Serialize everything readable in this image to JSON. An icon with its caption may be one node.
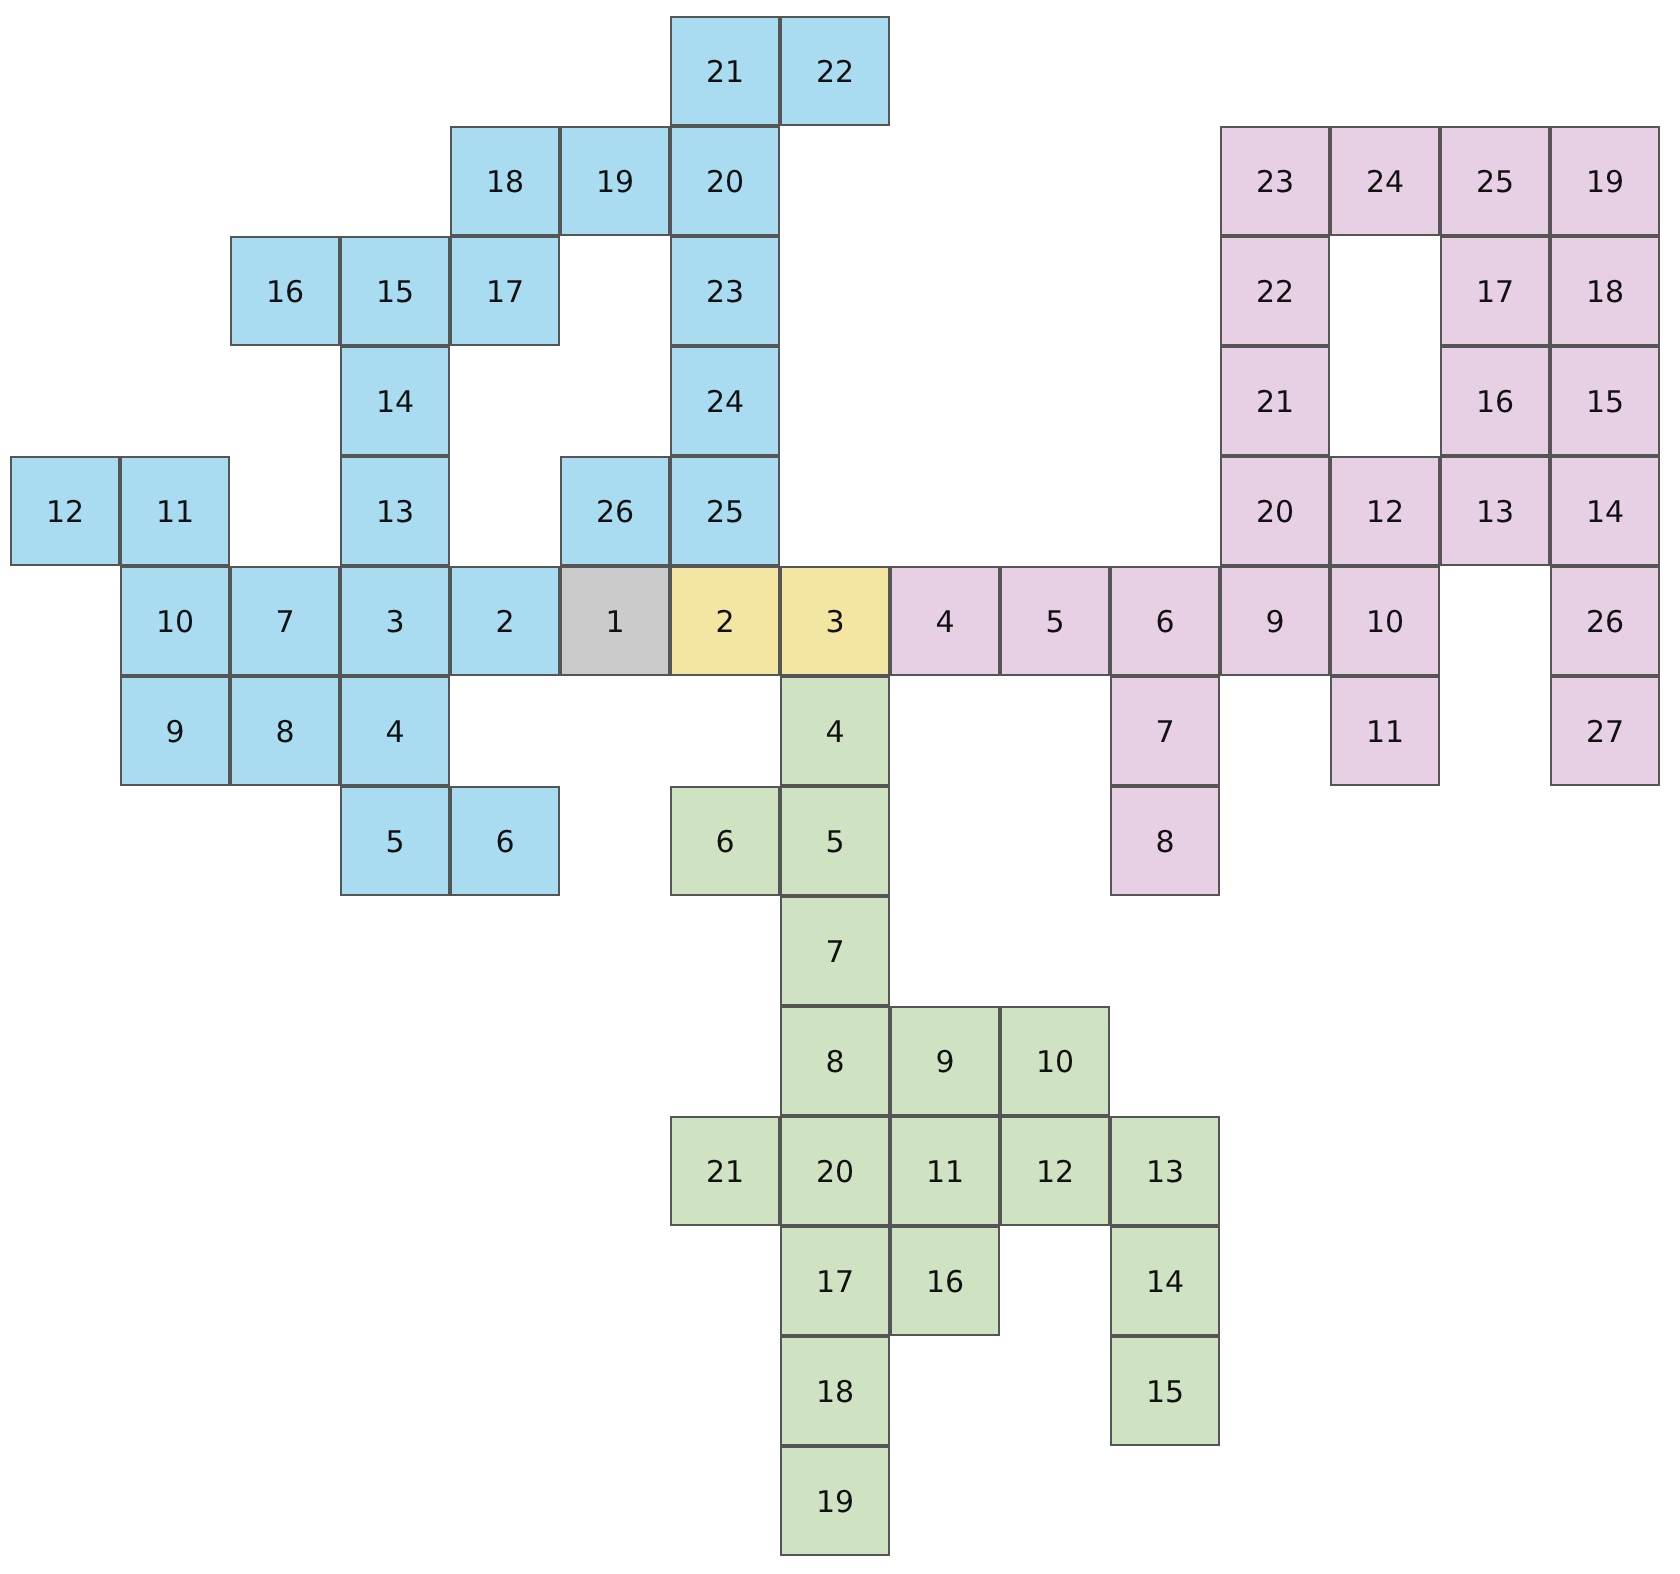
{
  "diagram": {
    "nodes": [
      {
        "text": [
          "21"
        ]
      },
      {
        "text": [
          "22"
        ]
      },
      {
        "text": [
          "18"
        ]
      },
      {
        "text": [
          "19"
        ]
      },
      {
        "text": [
          "20"
        ]
      },
      {
        "text": [
          "23"
        ]
      },
      {
        "text": [
          "24"
        ]
      },
      {
        "text": [
          "25"
        ]
      },
      {
        "text": [
          "19"
        ]
      },
      {
        "text": [
          "16"
        ]
      },
      {
        "text": [
          "15"
        ]
      },
      {
        "text": [
          "17"
        ]
      },
      {
        "text": [
          "23"
        ]
      },
      {
        "text": [
          "22"
        ]
      },
      {
        "text": [
          "17"
        ]
      },
      {
        "text": [
          "18"
        ]
      },
      {
        "text": [
          "14"
        ]
      },
      {
        "text": [
          "24"
        ]
      },
      {
        "text": [
          "21"
        ]
      },
      {
        "text": [
          "16"
        ]
      },
      {
        "text": [
          "15"
        ]
      },
      {
        "text": [
          "12"
        ]
      },
      {
        "text": [
          "11"
        ]
      },
      {
        "text": [
          "13"
        ]
      },
      {
        "text": [
          "26"
        ]
      },
      {
        "text": [
          "25"
        ]
      },
      {
        "text": [
          "20"
        ]
      },
      {
        "text": [
          "12"
        ]
      },
      {
        "text": [
          "13"
        ]
      },
      {
        "text": [
          "14"
        ]
      },
      {
        "text": [
          "10"
        ]
      },
      {
        "text": [
          "7"
        ]
      },
      {
        "text": [
          "3"
        ]
      },
      {
        "text": [
          "2"
        ]
      },
      {
        "text": [
          "1"
        ]
      },
      {
        "text": [
          "2"
        ]
      },
      {
        "text": [
          "3"
        ]
      },
      {
        "text": [
          "4"
        ]
      },
      {
        "text": [
          "5"
        ]
      },
      {
        "text": [
          "6"
        ]
      },
      {
        "text": [
          "9"
        ]
      },
      {
        "text": [
          "10"
        ]
      },
      {
        "text": [
          "26"
        ]
      },
      {
        "text": [
          "9"
        ]
      },
      {
        "text": [
          "8"
        ]
      },
      {
        "text": [
          "4"
        ]
      },
      {
        "text": [
          "4"
        ]
      },
      {
        "text": [
          "7"
        ]
      },
      {
        "text": [
          "11"
        ]
      },
      {
        "text": [
          "27"
        ]
      },
      {
        "text": [
          "5"
        ]
      },
      {
        "text": [
          "6"
        ]
      },
      {
        "text": [
          "6"
        ]
      },
      {
        "text": [
          "5"
        ]
      },
      {
        "text": [
          "8"
        ]
      },
      {
        "text": [
          "7"
        ]
      },
      {
        "text": [
          "8"
        ]
      },
      {
        "text": [
          "9"
        ]
      },
      {
        "text": [
          "10"
        ]
      },
      {
        "text": [
          "21"
        ]
      },
      {
        "text": [
          "20"
        ]
      },
      {
        "text": [
          "11"
        ]
      },
      {
        "text": [
          "12"
        ]
      },
      {
        "text": [
          "13"
        ]
      },
      {
        "text": [
          "17"
        ]
      },
      {
        "text": [
          "16"
        ]
      },
      {
        "text": [
          "14"
        ]
      },
      {
        "text": [
          "18"
        ]
      },
      {
        "text": [
          "15"
        ]
      },
      {
        "text": [
          "19"
        ]
      }
    ]
  }
}
